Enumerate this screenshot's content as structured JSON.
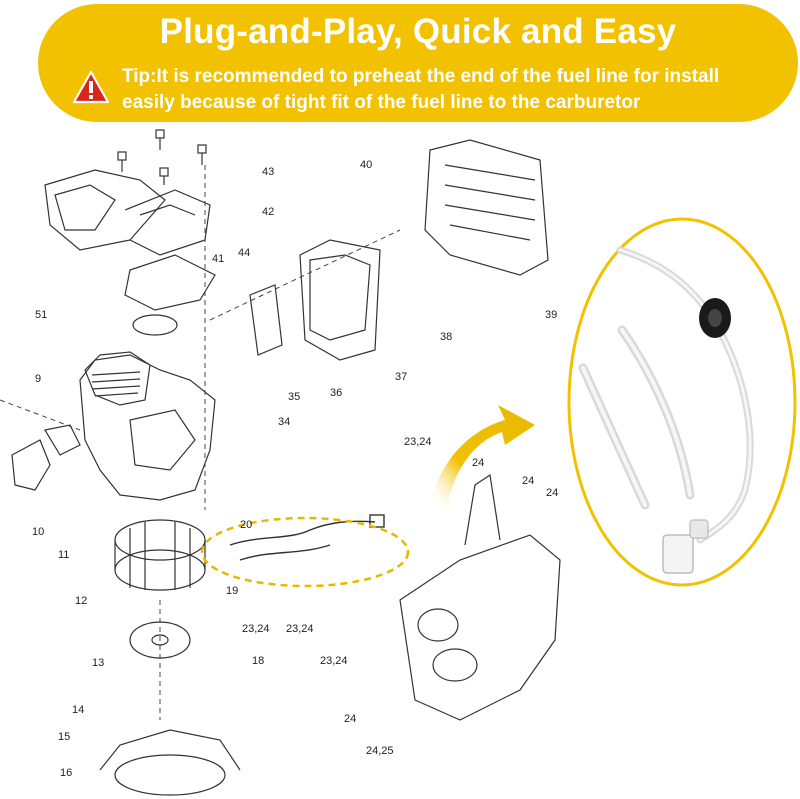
{
  "banner": {
    "title": "Plug-and-Play, Quick and Easy",
    "tip_line_1": "Tip:It is recommended to preheat the end of the fuel line for install",
    "tip_line_2": "easily because of tight fit of the fuel line to the carburetor",
    "warning_icon": "warning-triangle-icon"
  },
  "colors": {
    "banner": "#f2c100",
    "banner_text": "#ffffff",
    "warning_red": "#d9261c",
    "highlight": "#e8b800"
  },
  "part_labels": {
    "p43": "43",
    "p42": "42",
    "p44": "44",
    "p41": "41",
    "p51": "51",
    "p40": "40",
    "p39": "39",
    "p38": "38",
    "p37": "37",
    "p36": "36",
    "p35": "35",
    "p34": "34",
    "p9": "9",
    "p10": "10",
    "p11": "11",
    "p12": "12",
    "p13": "13",
    "p14": "14",
    "p15": "15",
    "p16": "16",
    "p18": "18",
    "p19": "19",
    "p20": "20",
    "p2324_top": "23,24",
    "p2324_a": "23,24",
    "p2324_b": "23,24",
    "p2324_c": "23,24",
    "p24_a": "24",
    "p24_b": "24",
    "p24_c": "24",
    "p24_d": "24",
    "p2425": "24,25"
  }
}
